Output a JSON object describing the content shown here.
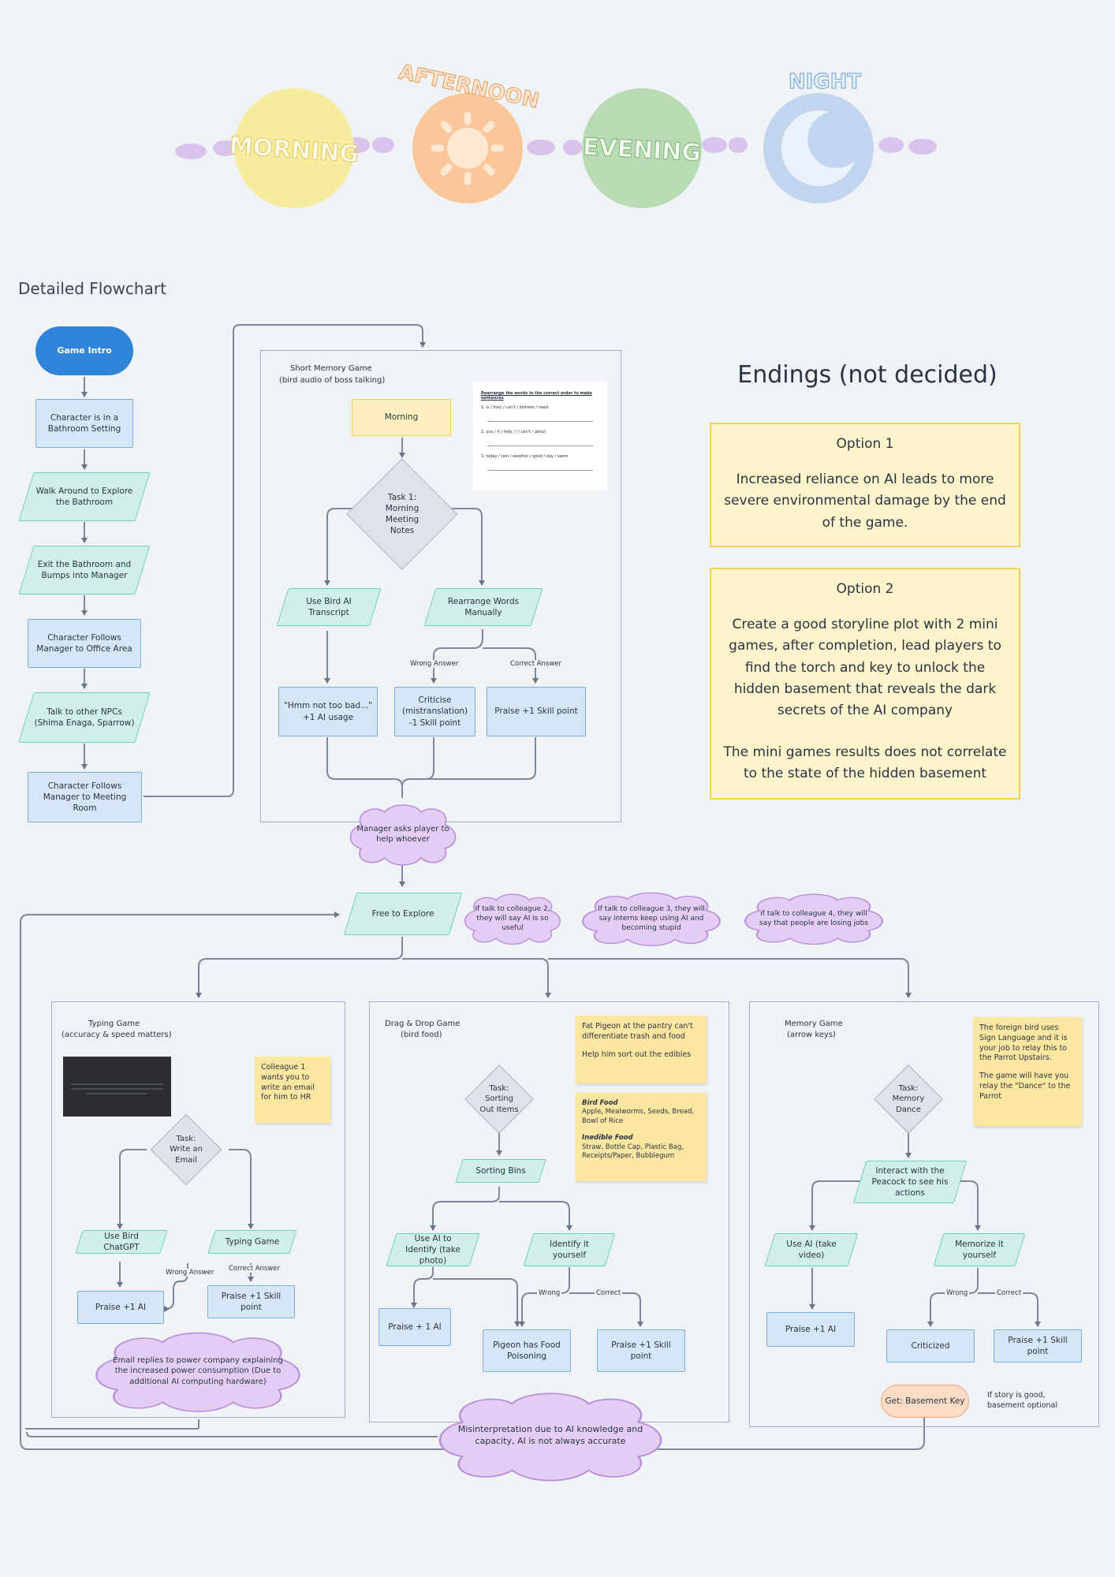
{
  "timeline": {
    "morning": "MORNING",
    "afternoon": "AFTERNOON",
    "evening": "EVENING",
    "night": "NIGHT"
  },
  "section_title": "Detailed Flowchart",
  "left_flow": {
    "game_intro": "Game Intro",
    "bathroom": "Character is in a Bathroom Setting",
    "walk": "Walk Around to Explore the Bathroom",
    "exit": "Exit the Bathroom and Bumps into Manager",
    "follows_office": "Character Follows Manager to Office Area",
    "talk_npcs": "Talk to other NPCs (Shima Enaga, Sparrow)",
    "follows_meeting": "Character Follows Manager to Meeting Room"
  },
  "memory_game": {
    "title": "Short Memory Game",
    "subtitle": "(bird audio of boss talking)",
    "morning": "Morning",
    "task": "Task 1: Morning Meeting Notes",
    "use_ai": "Use Bird AI Transcript",
    "rearrange": "Rearrange Words Manually",
    "wrong": "Wrong Answer",
    "correct": "Correct Answer",
    "hmm": "\"Hmm not too bad...\" +1 AI usage",
    "criticise": "Criticise (mistranslation) -1 Skill point",
    "praise": "Praise +1 Skill point",
    "worksheet_title": "Rearrange the words in the correct order to make sentences",
    "worksheet_lines": [
      "1.  is  /  they  /  can't  /  distress  /  need",
      "2.  you  /  it  /  help  /  I  /  can't  /  about",
      "3.  today  /  rain  /  weather  /  good  /  day  /  seem"
    ]
  },
  "manager_cloud": "Manager asks player to help whoever",
  "endings": {
    "title": "Endings (not decided)",
    "option1_title": "Option 1",
    "option1_text": "Increased reliance on AI leads to more severe environmental damage by the end of the game.",
    "option2_title": "Option 2",
    "option2_text": "Create a good storyline plot with 2 mini games, after completion, lead players to find the torch and key to unlock the hidden basement that reveals the dark secrets of the AI company",
    "option2_text2": "The mini games results does not correlate to the state of the hidden basement"
  },
  "explore": {
    "free": "Free to Explore",
    "c2": "If talk to colleague 2, they will say AI is so useful",
    "c3": "If talk to colleague 3, they will say interns keep using AI and becoming stupid",
    "c4": "if talk to colleague 4, they will say that people are losing jobs"
  },
  "typing": {
    "title": "Typing Game",
    "subtitle": "(accuracy & speed matters)",
    "note": "Colleague 1 wants you to write an email for him to  HR",
    "task": "Task: Write an Email",
    "use_ai": "Use Bird ChatGPT",
    "typing_game": "Typing Game",
    "wrong": "Wrong Answer",
    "correct": "Correct Answer",
    "praise_ai": "Praise +1 AI",
    "praise_skill": "Praise +1 Skill point",
    "cloud": "Email replies to power company explaining the increased power consumption (Due to additional AI computing hardware)"
  },
  "dragdrop": {
    "title": "Drag & Drop Game",
    "subtitle": "(bird food)",
    "note1a": "Fat Pigeon at the pantry can't differentiate trash and food",
    "note1b": "Help him sort out the edibles",
    "bird_food_title": "Bird Food",
    "bird_food": "Apple, Mealworms, Seeds, Bread, Bowl of Rice",
    "inedible_title": "Inedible Food",
    "inedible": "Straw, Bottle Cap, Plastic Bag, Receipts/Paper, Bubblegum",
    "task": "Task: Sorting Out Items",
    "bins": "Sorting Bins",
    "use_ai": "Use AI to Identify (take photo)",
    "identify": "Identify it yourself",
    "wrong": "Wrong",
    "correct": "Correct",
    "praise_ai": "Praise + 1 AI",
    "poison": "Pigeon has Food Poisoning",
    "praise_skill": "Praise +1 Skill point"
  },
  "memory2": {
    "title": "Memory Game",
    "subtitle": "(arrow keys)",
    "note1": "The foreign bird uses Sign Language and it is your job to relay this to the Parrot Upstairs.",
    "note2": "The game will have you relay the \"Dance\" to the Parrot",
    "task": "Task: Memory Dance",
    "interact": "Interact with the Peacock to see his actions",
    "use_ai": "Use AI (take video)",
    "memorize": "Memorize it yourself",
    "wrong": "Wrong",
    "correct": "Correct",
    "praise_ai": "Praise +1 AI",
    "criticized": "Criticized",
    "praise_skill": "Praise +1 Skill point",
    "get_key": "Get: Basement Key",
    "story_note": "If story is good, basement optional"
  },
  "misinterpretation": "Misinterpretation due to AI knowledge and capacity, AI is not always accurate",
  "colors": {
    "rect_fill": "#d6e6f7",
    "rect_border": "#7aaee2",
    "para_fill": "#d0efe8",
    "cloud_fill": "#e3cdf4",
    "note_fill": "#fde7a0",
    "intro_blue": "#2f84d8"
  }
}
